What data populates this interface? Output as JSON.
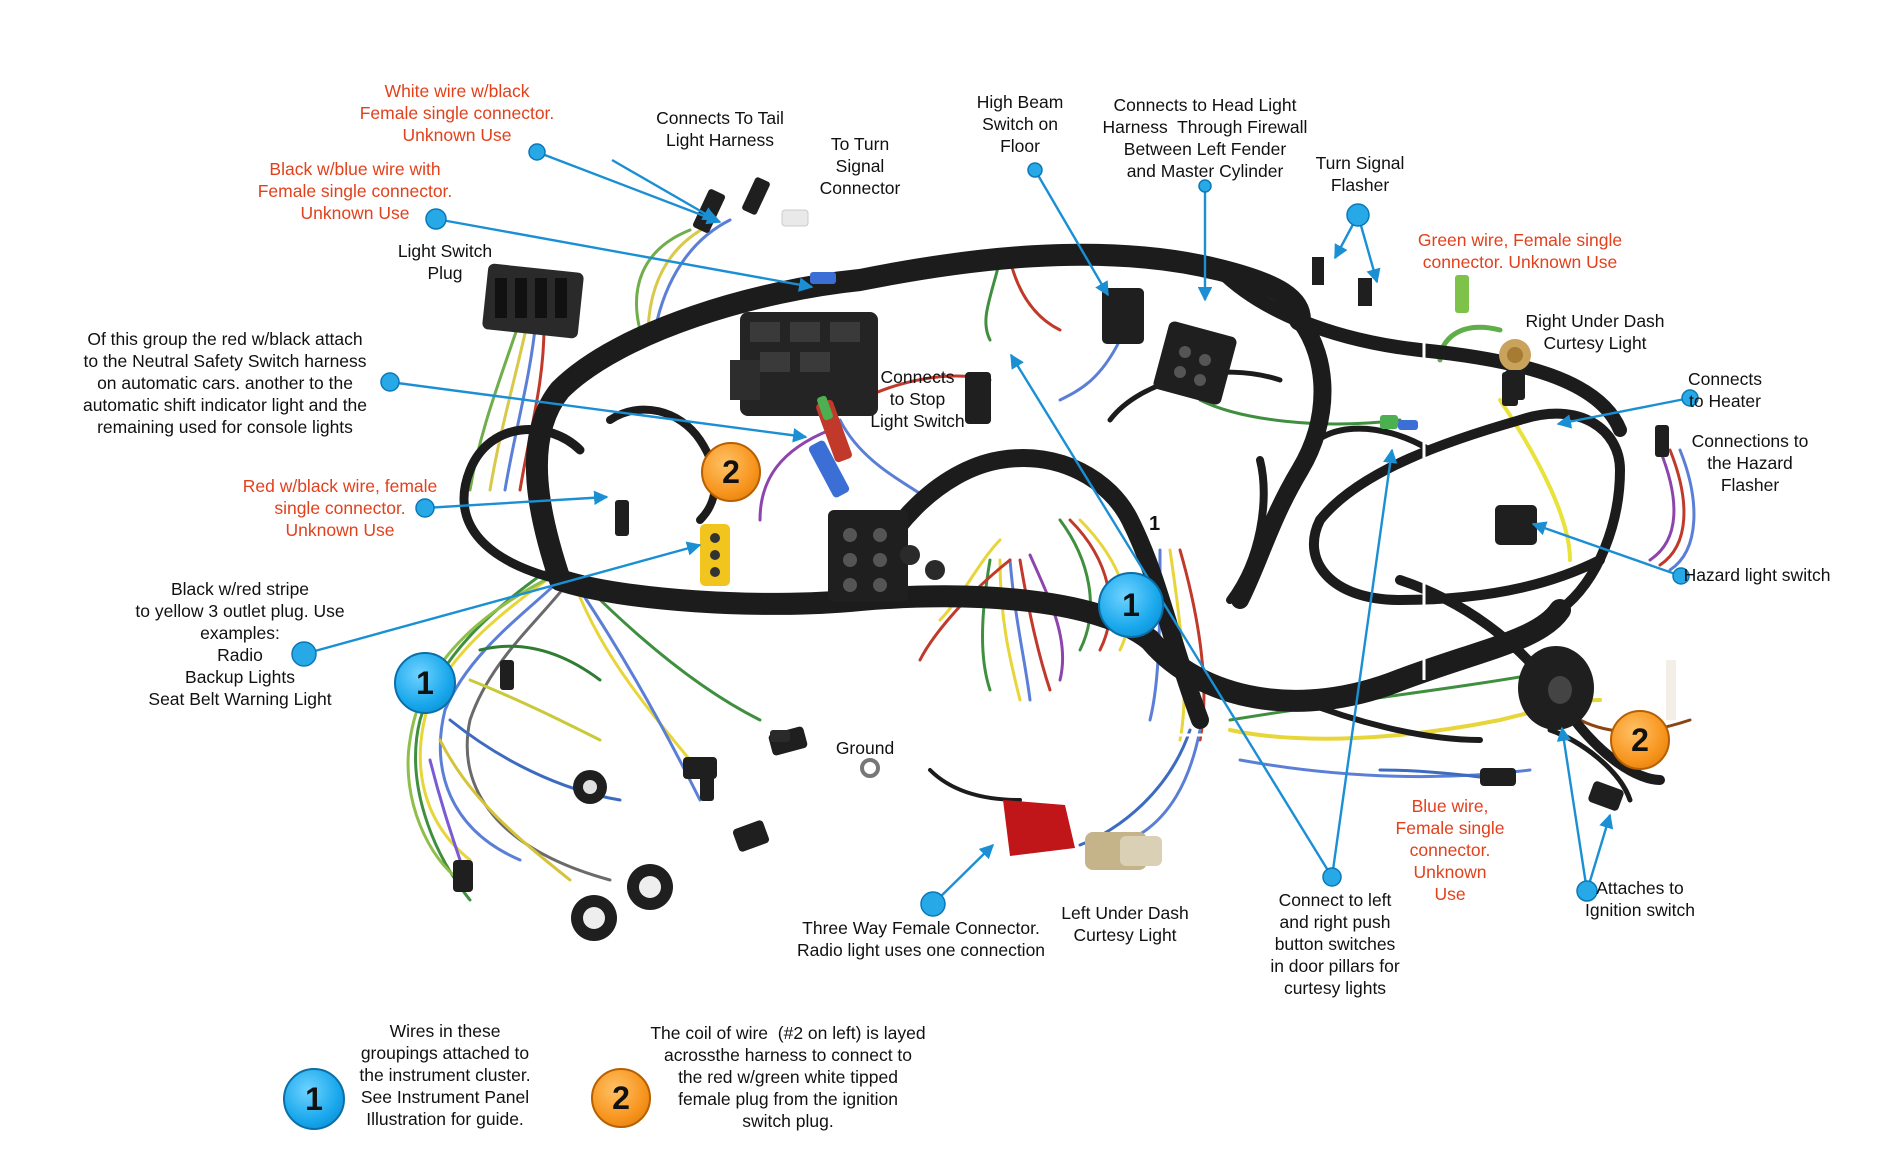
{
  "colors": {
    "label_text": "#111111",
    "unknown_text": "#e2411c",
    "badge_blue": "#18a7ec",
    "badge_orange": "#f7941d",
    "pointer_line": "#1a8fd4",
    "pointer_dot": "#27a9e8",
    "harness": "#1c1c1c"
  },
  "badges": {
    "one": "1",
    "two": "2"
  },
  "small_marker": "1",
  "labels": {
    "white_wire": "White wire w/black\nFemale single connector.\nUnknown Use",
    "black_blue": "Black w/blue wire with\nFemale single connector.\nUnknown Use",
    "tail_light": "Connects To Tail\nLight Harness",
    "turn_signal_connector": "To Turn\nSignal\nConnector",
    "high_beam": "High Beam\nSwitch on\nFloor",
    "head_light": "Connects to Head Light\nHarness  Through Firewall\nBetween Left Fender\nand Master Cylinder",
    "turn_flasher": "Turn Signal\nFlasher",
    "green_wire": "Green wire, Female single\nconnector. Unknown Use",
    "right_courtesy": "Right Under Dash\nCurtesy Light",
    "heater": "Connects\nto Heater",
    "hazard_flasher": "Connections to\nthe Hazard\nFlasher",
    "hazard_switch": "Hazard light switch",
    "light_switch": "Light Switch\nPlug",
    "neutral_group": "Of this group the red w/black attach\nto the Neutral Safety Switch harness\non automatic cars. another to the\nautomatic shift indicator light and the\nremaining used for console lights",
    "stop_light": "Connects\nto Stop\nLight Switch",
    "red_black": "Red w/black wire, female\nsingle connector.\nUnknown Use",
    "yellow_plug": "Black w/red stripe\nto yellow 3 outlet plug. Use\nexamples:\nRadio\nBackup Lights\nSeat Belt Warning Light",
    "ground": "Ground",
    "three_way": "Three Way Female Connector.\nRadio light uses one connection",
    "left_courtesy": "Left Under Dash\nCurtesy Light",
    "door_pillars": "Connect to left\nand right push\nbutton switches\nin door pillars for\ncurtesy lights",
    "blue_wire": "Blue wire,\nFemale single\nconnector.\nUnknown\nUse",
    "ignition": "Attaches to\nIgnition switch"
  },
  "legend": {
    "one_text": "Wires in these\ngroupings attached to\nthe instrument cluster.\nSee Instrument Panel\nIllustration for guide.",
    "two_text": "The coil of wire  (#2 on left) is layed\nacrossthe harness to connect to\nthe red w/green white tipped\nfemale plug from the ignition\nswitch plug."
  }
}
